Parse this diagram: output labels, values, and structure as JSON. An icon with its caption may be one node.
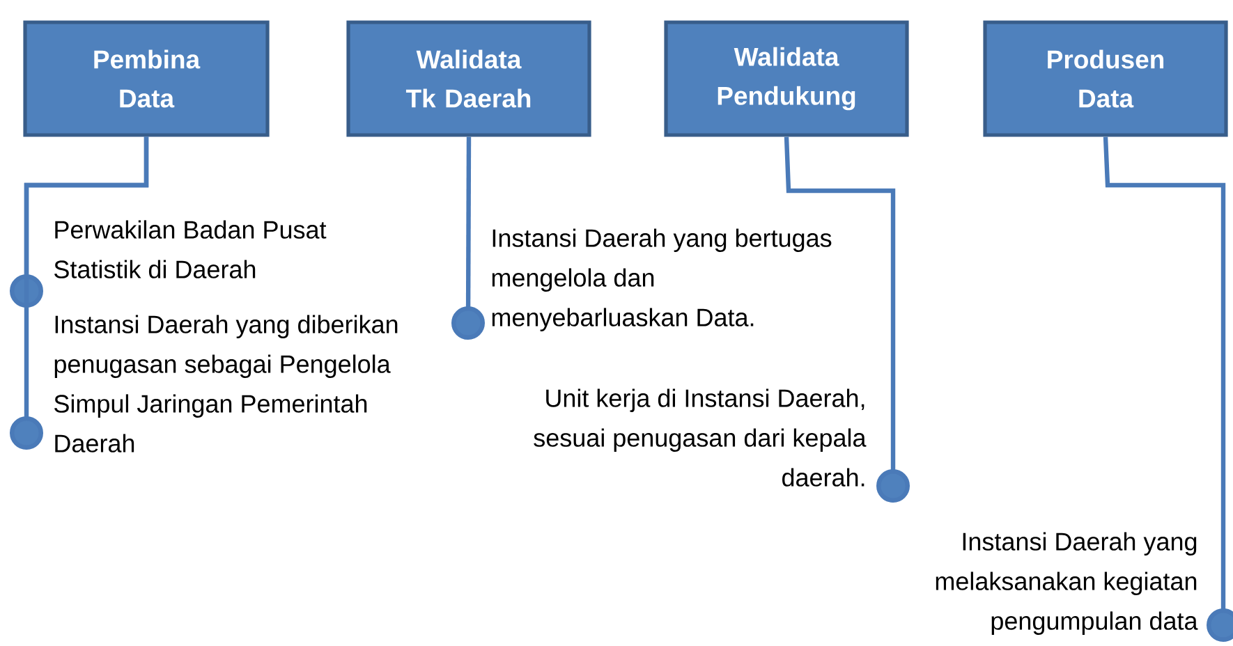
{
  "diagram": {
    "nodes": [
      {
        "text": [
          "Pembina Data"
        ]
      },
      {
        "text": [
          "Walidata Tk Daerah"
        ]
      },
      {
        "text": [
          "Walidata Pendukung"
        ]
      },
      {
        "text": [
          "Produsen Data"
        ]
      },
      {
        "text": [
          "Perwakilan Badan Pusat Statistik di Daerah"
        ]
      },
      {
        "text": [
          "Instansi Daerah yang diberikan penugasan sebagai Pengelola Simpul Jaringan Pemerintah Daerah"
        ]
      },
      {
        "text": [
          "Instansi Daerah yang bertugas mengelola dan menyebarluaskan Data."
        ]
      },
      {
        "text": [
          "Unit kerja di Instansi Daerah, sesuai penugasan dari kepala daerah."
        ]
      },
      {
        "text": [
          "Instansi Daerah yang melaksanakan kegiatan pengumpulan data"
        ]
      }
    ],
    "edges": [
      {
        "from": 0,
        "to": 4,
        "arrow": "other"
      },
      {
        "from": 0,
        "to": 5,
        "arrow": "other"
      },
      {
        "from": 1,
        "to": 6,
        "arrow": "other"
      },
      {
        "from": 2,
        "to": 7,
        "arrow": "other"
      },
      {
        "from": 3,
        "to": 8,
        "arrow": "other"
      }
    ]
  }
}
